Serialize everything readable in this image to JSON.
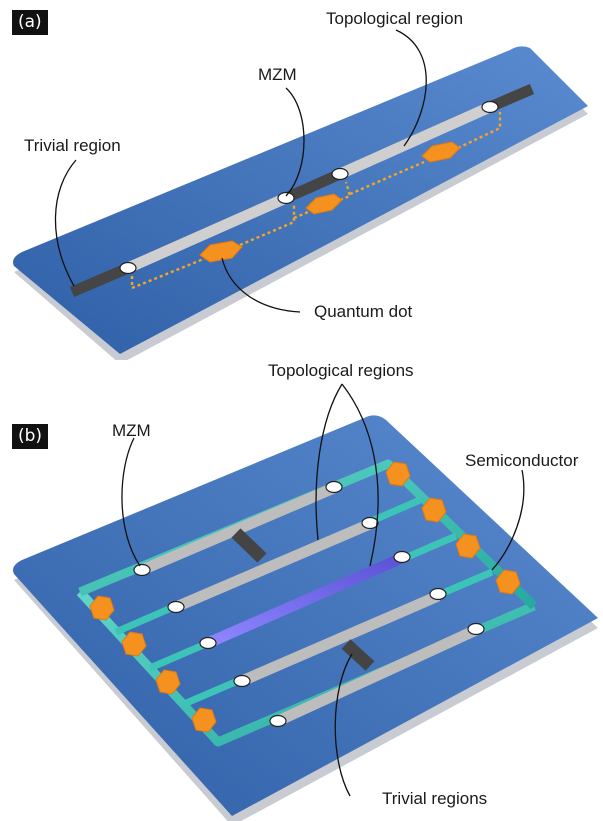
{
  "panel_a": {
    "tag": "(a)",
    "labels": {
      "topological": "Topological region",
      "mzm": "MZM",
      "trivial": "Trivial region",
      "quantum_dot": "Quantum dot"
    }
  },
  "panel_b": {
    "tag": "(b)",
    "labels": {
      "topological": "Topological regions",
      "mzm": "MZM",
      "semiconductor": "Semiconductor",
      "trivial": "Trivial regions"
    }
  },
  "colors": {
    "substrate": "#3f73b8",
    "substrate_edge": "#d6d9de",
    "trivial_wire": "#4a4a4a",
    "topological_wire": "#c9c9c9",
    "quantum_dot": "#f5911e",
    "semiconductor": "#38c3b8",
    "highlight_wire": "#7a73e8"
  }
}
